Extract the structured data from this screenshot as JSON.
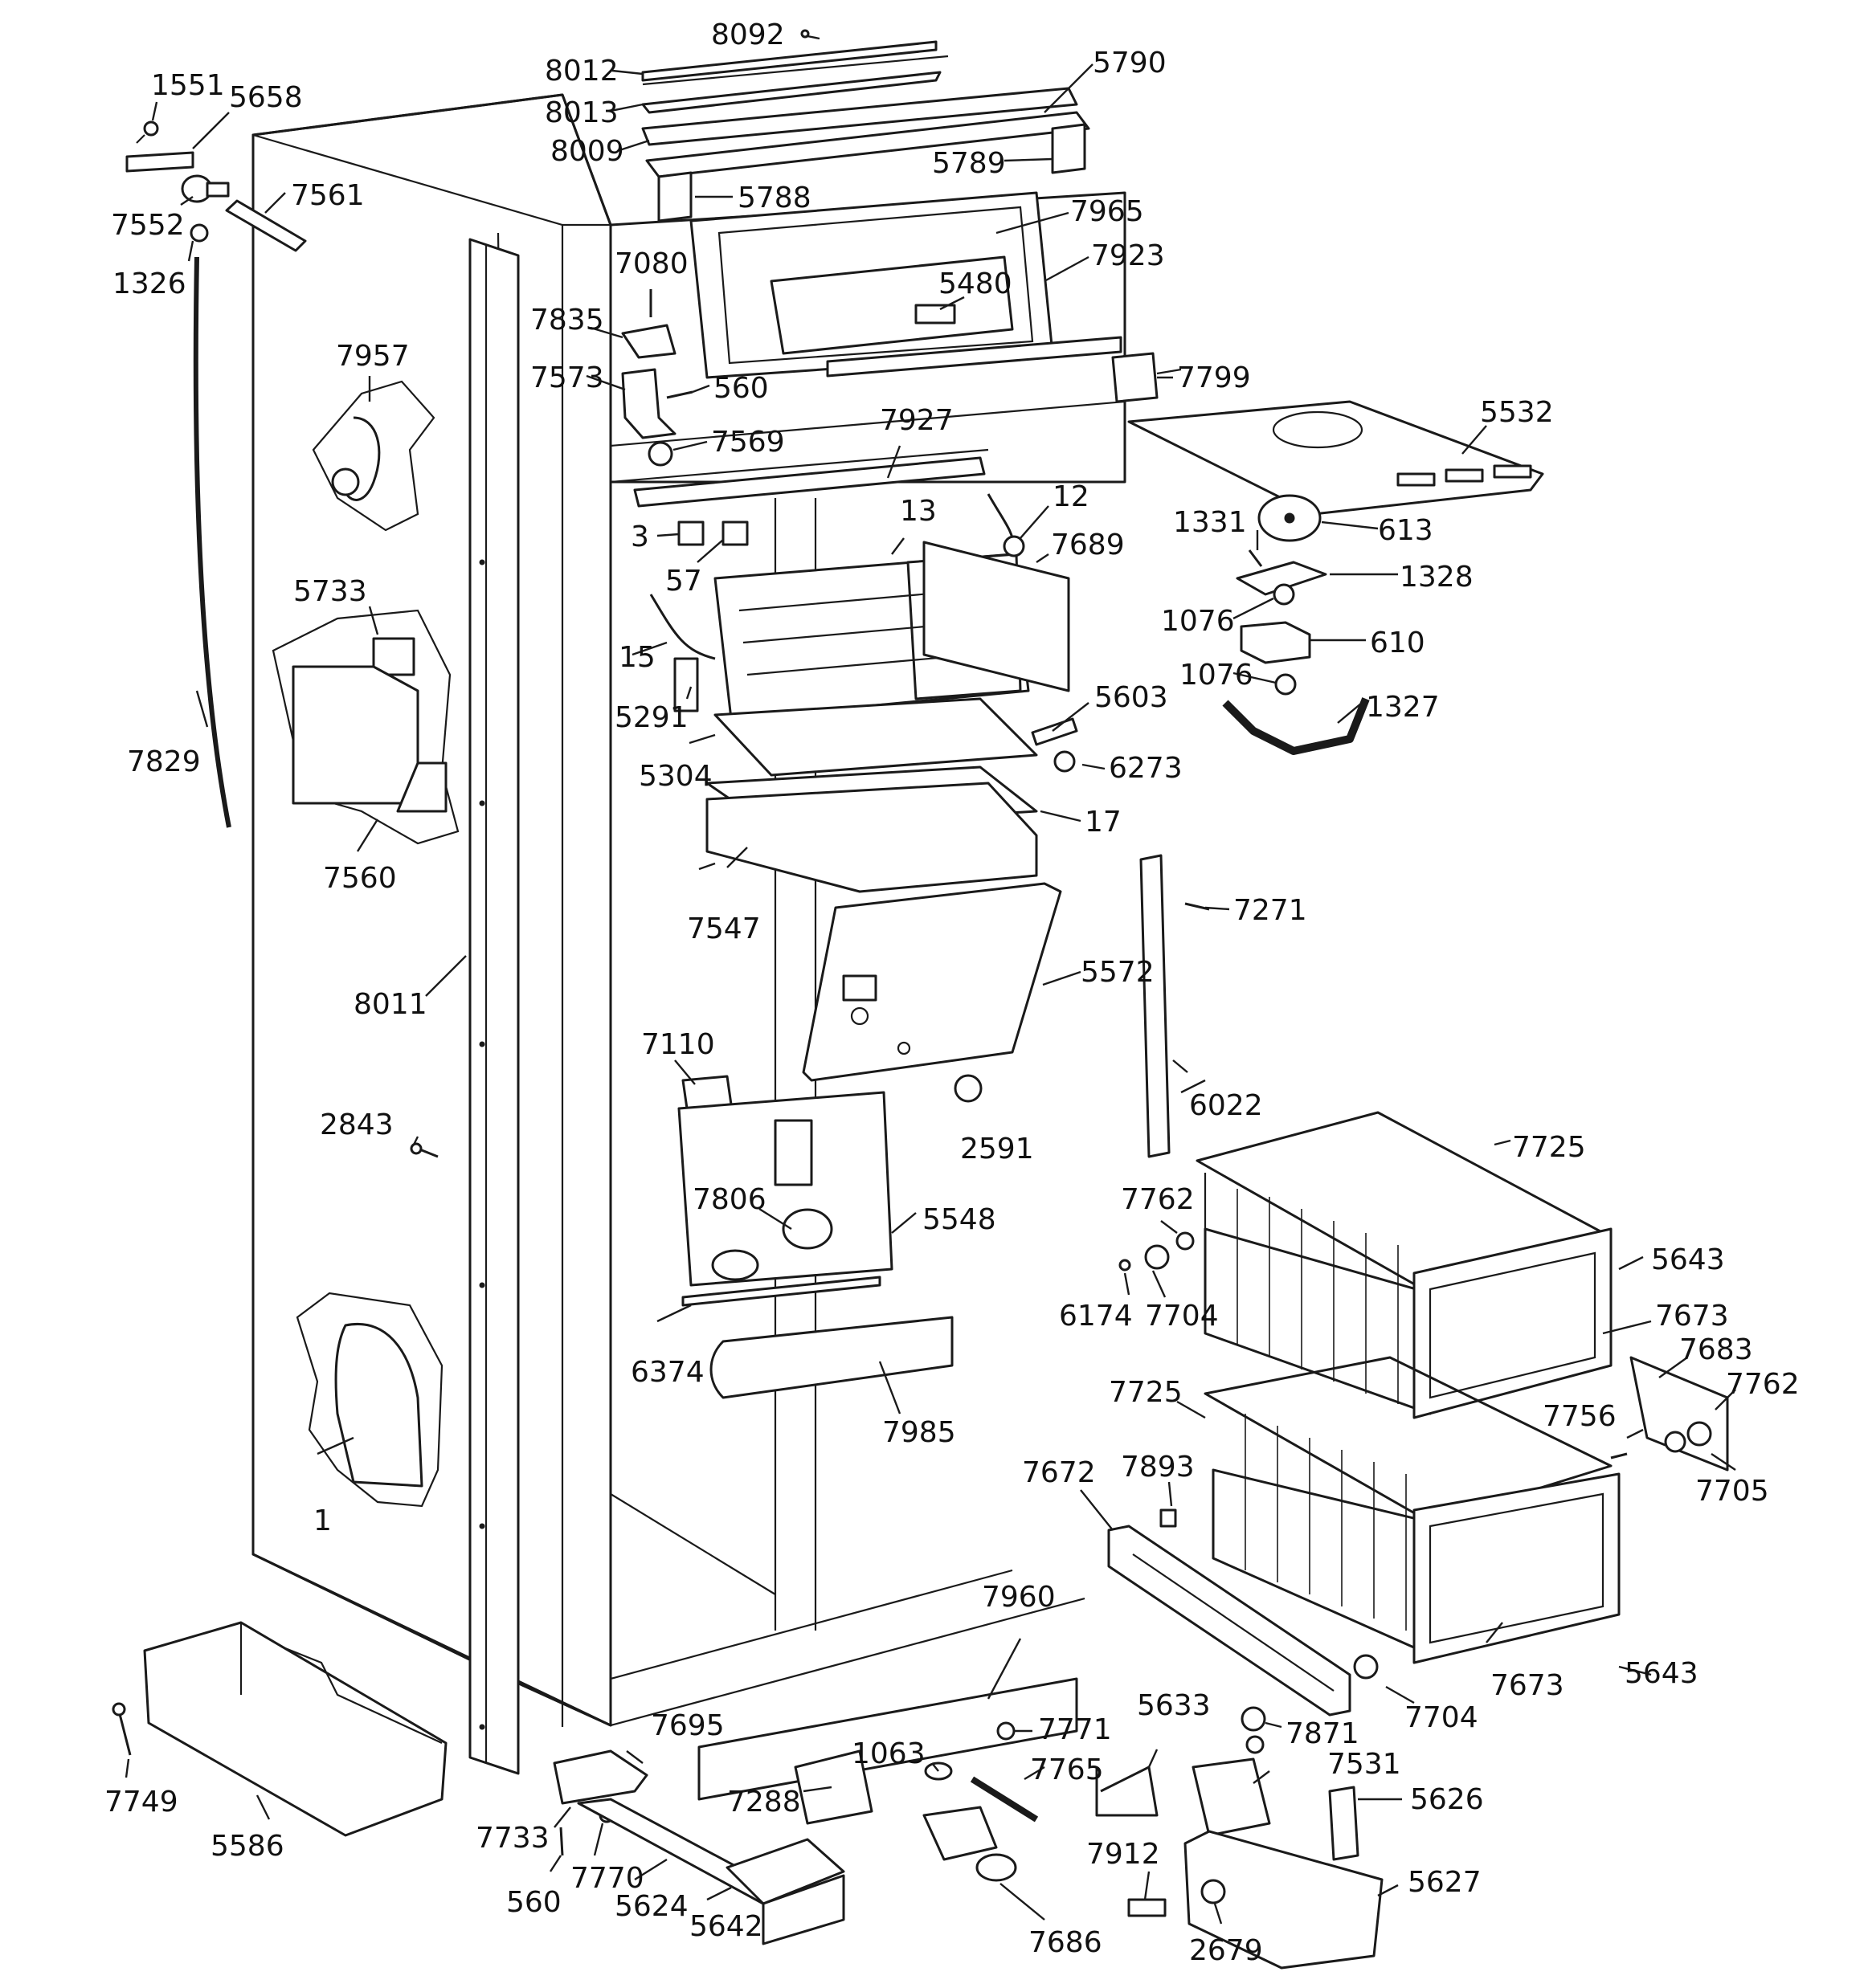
{
  "callouts": {
    "c1": "1",
    "c3": "3",
    "c12": "12",
    "c13": "13",
    "c15": "15",
    "c17": "17",
    "c57": "57",
    "c560a": "560",
    "c560b": "560",
    "c610": "610",
    "c613": "613",
    "c1063": "1063",
    "c1076a": "1076",
    "c1076b": "1076",
    "c1326": "1326",
    "c1327": "1327",
    "c1328": "1328",
    "c1331": "1331",
    "c1551": "1551",
    "c2591": "2591",
    "c2679": "2679",
    "c2843": "2843",
    "c5291": "5291",
    "c5304": "5304",
    "c5480": "5480",
    "c5532": "5532",
    "c5547": "7547",
    "c5548": "5548",
    "c5572": "5572",
    "c5586": "5586",
    "c5603": "5603",
    "c5624": "5624",
    "c5626": "5626",
    "c5627": "5627",
    "c5633": "5633",
    "c5642": "5642",
    "c5643a": "5643",
    "c5643b": "5643",
    "c5658": "5658",
    "c5733": "5733",
    "c5788": "5788",
    "c5789": "5789",
    "c5790": "5790",
    "c6022": "6022",
    "c6174": "6174",
    "c6273": "6273",
    "c6374": "6374",
    "c7080": "7080",
    "c7110": "7110",
    "c7271": "7271",
    "c7288": "7288",
    "c7531": "7531",
    "c7552": "7552",
    "c7560": "7560",
    "c7561": "7561",
    "c7569": "7569",
    "c7573": "7573",
    "c7672": "7672",
    "c7673a": "7673",
    "c7673b": "7673",
    "c7683": "7683",
    "c7686": "7686",
    "c7689": "7689",
    "c7695": "7695",
    "c7704a": "7704",
    "c7704b": "7704",
    "c7705": "7705",
    "c7725a": "7725",
    "c7725b": "7725",
    "c7733": "7733",
    "c7749": "7749",
    "c7756": "7756",
    "c7762a": "7762",
    "c7762b": "7762",
    "c7765": "7765",
    "c7770": "7770",
    "c7771": "7771",
    "c7799": "7799",
    "c7806": "7806",
    "c7829": "7829",
    "c7835": "7835",
    "c7871": "7871",
    "c7893": "7893",
    "c7912": "7912",
    "c7923": "7923",
    "c7927": "7927",
    "c7957": "7957",
    "c7960": "7960",
    "c7965": "7965",
    "c7985": "7985",
    "c8009": "8009",
    "c8011": "8011",
    "c8012": "8012",
    "c8013": "8013",
    "c8092": "8092"
  }
}
